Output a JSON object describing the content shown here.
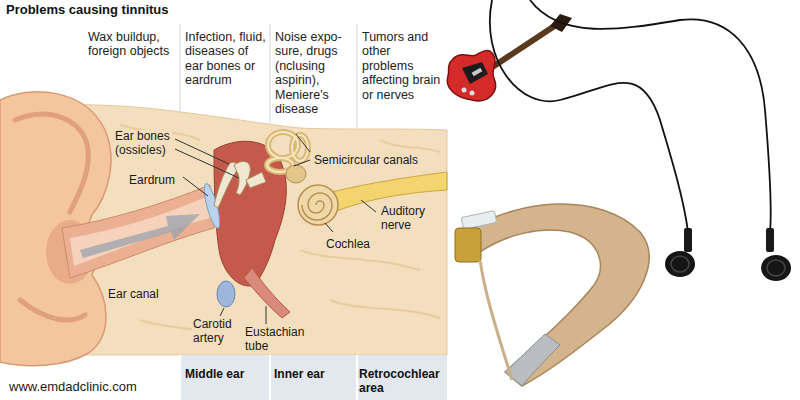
{
  "diagram": {
    "title": "Problems causing tinnitus",
    "nodes": [
      {
        "text": [
          "Wax buildup, foreign objects"
        ]
      },
      {
        "text": [
          "Infection, fluid, diseases of ear bones or eardrum",
          "Middle ear"
        ]
      },
      {
        "text": [
          "Noise expo- sure, drugs (nclusing aspirin), Meniere's disease",
          "Inner ear"
        ]
      },
      {
        "text": [
          "Tumors and other problems affecting brain or nerves",
          "Retrocochlear area"
        ]
      }
    ],
    "labels": [
      "Ear bones (ossicles)",
      "Eardrum",
      "Semicircular canals",
      "Auditory nerve",
      "Cochlea",
      "Ear canal",
      "Carotid artery",
      "Eustachian tube",
      "www.emdadclinic.com"
    ]
  }
}
